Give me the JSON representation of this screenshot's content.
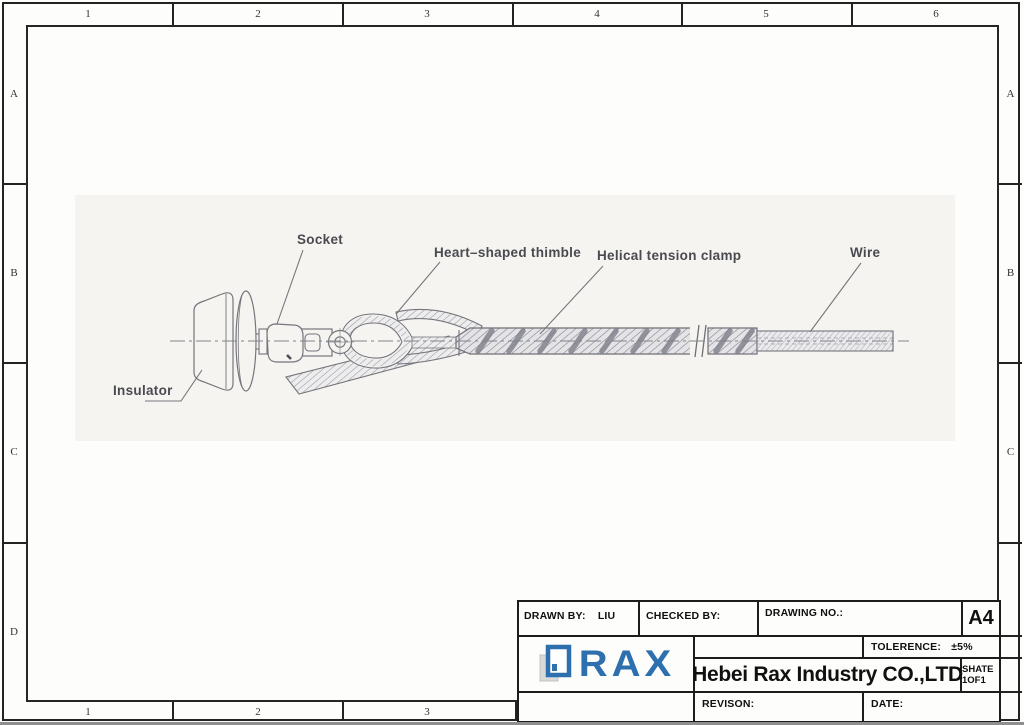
{
  "zones": {
    "top": [
      "1",
      "2",
      "3",
      "4",
      "5",
      "6"
    ],
    "bottom": [
      "1",
      "2",
      "3"
    ],
    "left": [
      "A",
      "B",
      "C",
      "D"
    ],
    "right": [
      "A",
      "B",
      "C"
    ]
  },
  "drawing_labels": {
    "insulator": "Insulator",
    "socket": "Socket",
    "thimble": "Heart–shaped thimble",
    "clamp": "Helical tension clamp",
    "wire": "Wire"
  },
  "title_block": {
    "drawn_by_label": "DRAWN BY:",
    "drawn_by_value": "LIU",
    "checked_by_label": "CHECKED BY:",
    "drawing_no_label": "DRAWING NO.:",
    "paper_size": "A4",
    "tolerance_label": "TOLERENCE:",
    "tolerance_value": "±5%",
    "company": "Hebei Rax Industry CO.,LTD",
    "sheet_info": "SHATE 1OF1",
    "revision_label": "REVISON:",
    "date_label": "DATE:",
    "logo_text": "RAX"
  },
  "colors": {
    "logo_blue": "#2e6fad",
    "frame_line": "#232323",
    "drawing_line": "#75757c",
    "panel_bg": "#f5f4f1"
  }
}
